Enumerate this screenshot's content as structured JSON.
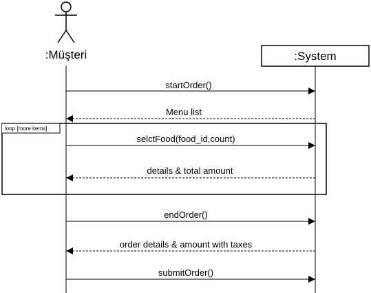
{
  "actors": {
    "customer": {
      "label": ":Müşteri"
    },
    "system": {
      "label": ":System"
    }
  },
  "loop_fragment": {
    "label": "loop [more items]"
  },
  "messages": [
    {
      "label": "startOrder()",
      "direction": "customer-to-system",
      "style": "solid"
    },
    {
      "label": "Menu list",
      "direction": "system-to-customer",
      "style": "dashed"
    },
    {
      "label": "selctFood(food_id,count)",
      "direction": "customer-to-system",
      "style": "solid"
    },
    {
      "label": "details & total amount",
      "direction": "system-to-customer",
      "style": "dashed"
    },
    {
      "label": "endOrder()",
      "direction": "customer-to-system",
      "style": "solid"
    },
    {
      "label": "order details & amount with taxes",
      "direction": "system-to-customer",
      "style": "dashed"
    },
    {
      "label": "submitOrder()",
      "direction": "customer-to-system",
      "style": "solid"
    }
  ]
}
